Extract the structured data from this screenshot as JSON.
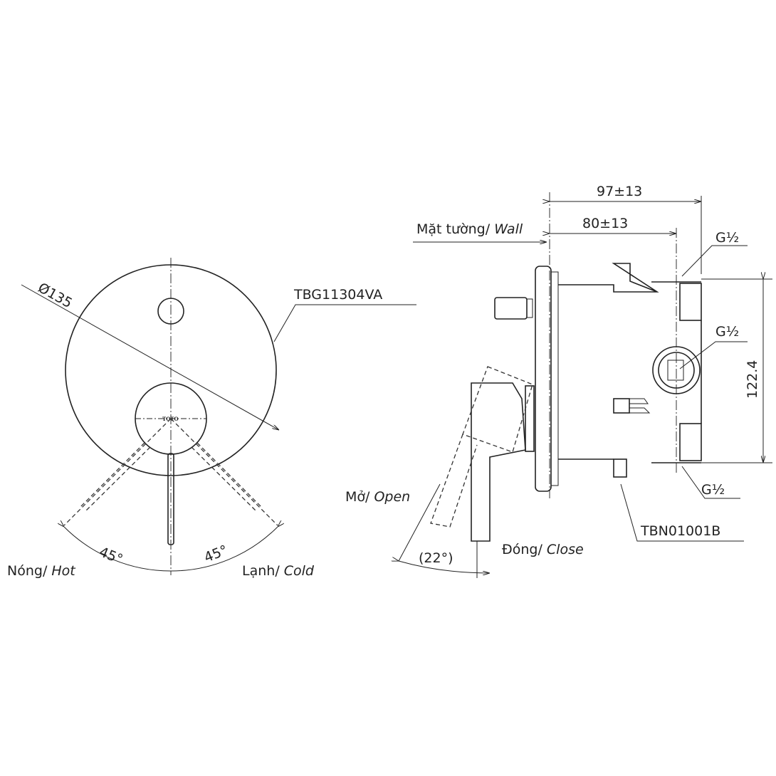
{
  "front_view": {
    "diameter_label": "Ø135",
    "model_plate": "TBG11304VA",
    "brand_logo": "TOTO",
    "angle_left": "45°",
    "angle_right": "45°",
    "hot_vi": "Nóng/ ",
    "hot_en": "Hot",
    "cold_vi": "Lạnh/ ",
    "cold_en": "Cold"
  },
  "side_view": {
    "depth_total": "97±13",
    "depth_wall": "80±13",
    "wall_vi": "Mặt tường/ ",
    "wall_en": "Wall",
    "thread_top": "G½",
    "thread_mid": "G½",
    "thread_bottom": "G½",
    "height": "122.4",
    "model_body": "TBN01001B",
    "open_vi": "Mở/ ",
    "open_en": "Open",
    "close_vi": "Đóng/ ",
    "close_en": "Close",
    "lever_angle": "(22°)"
  }
}
